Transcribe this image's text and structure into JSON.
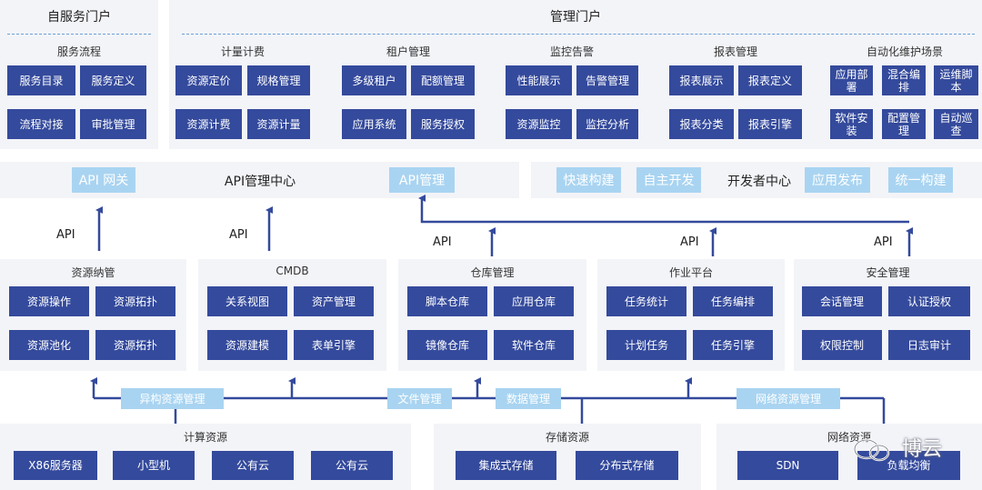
{
  "self_service": {
    "title": "自服务门户",
    "group": {
      "title": "服务流程",
      "items": [
        "服务目录",
        "服务定义",
        "流程对接",
        "审批管理"
      ]
    }
  },
  "management": {
    "title": "管理门户",
    "groups": [
      {
        "title": "计量计费",
        "items": [
          "资源定价",
          "规格管理",
          "资源计费",
          "资源计量"
        ]
      },
      {
        "title": "租户管理",
        "items": [
          "多级租户",
          "配额管理",
          "应用系统",
          "服务授权"
        ]
      },
      {
        "title": "监控告警",
        "items": [
          "性能展示",
          "告警管理",
          "资源监控",
          "监控分析"
        ]
      },
      {
        "title": "报表管理",
        "items": [
          "报表展示",
          "报表定义",
          "报表分类",
          "报表引擎"
        ]
      },
      {
        "title": "自动化维护场景",
        "items": [
          "应用部署",
          "混合编排",
          "运维脚本",
          "软件安装",
          "配置管理",
          "自动巡查"
        ]
      }
    ]
  },
  "api_center": {
    "gateway": "API 网关",
    "title": "API管理中心",
    "management": "API管理"
  },
  "dev_center": {
    "items": [
      "快速构建",
      "自主开发",
      "应用发布",
      "统一构建"
    ],
    "title": "开发者中心"
  },
  "api_label": "API",
  "modules": [
    {
      "title": "资源纳管",
      "items": [
        "资源操作",
        "资源拓扑",
        "资源池化",
        "资源拓扑"
      ]
    },
    {
      "title": "CMDB",
      "items": [
        "关系视图",
        "资产管理",
        "资源建模",
        "表单引擎"
      ]
    },
    {
      "title": "仓库管理",
      "items": [
        "脚本仓库",
        "应用仓库",
        "镜像仓库",
        "软件仓库"
      ]
    },
    {
      "title": "作业平台",
      "items": [
        "任务统计",
        "任务编排",
        "计划任务",
        "任务引擎"
      ]
    },
    {
      "title": "安全管理",
      "items": [
        "会话管理",
        "认证授权",
        "权限控制",
        "日志审计"
      ]
    }
  ],
  "bus_labels": [
    "异构资源管理",
    "文件管理",
    "数据管理",
    "网络资源管理"
  ],
  "bottom": [
    {
      "title": "计算资源",
      "items": [
        "X86服务器",
        "小型机",
        "公有云",
        "公有云"
      ]
    },
    {
      "title": "存储资源",
      "items": [
        "集成式存储",
        "分布式存储"
      ]
    },
    {
      "title": "网络资源",
      "items": [
        "SDN",
        "负载均衡"
      ]
    }
  ],
  "watermark": "博云",
  "colors": {
    "button": "#344a9c",
    "light_button": "#a9d4f1",
    "panel": "#f3f4f8",
    "line": "#344a9c"
  }
}
